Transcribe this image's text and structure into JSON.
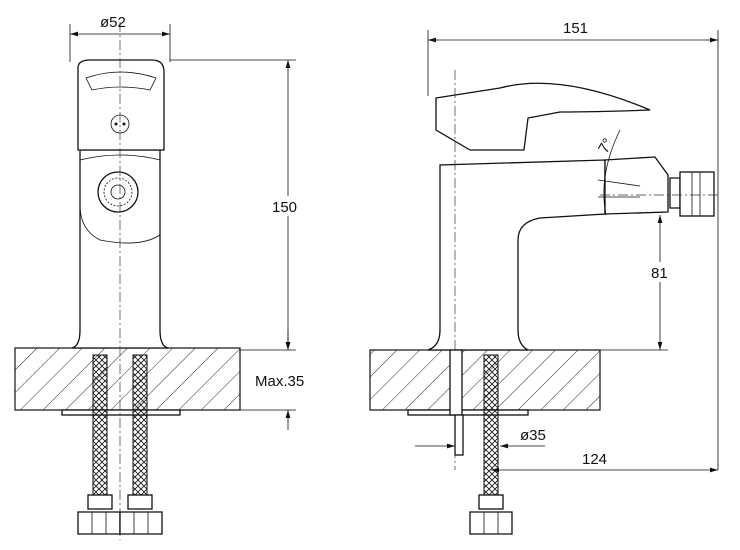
{
  "front_view": {
    "width_label": "ø52",
    "height_label": "150",
    "max_thickness_label": "Max.35"
  },
  "side_view": {
    "length_label": "151",
    "angle_label": "7°",
    "spout_height_label": "81",
    "hole_diameter_label": "ø35",
    "reach_label": "124"
  }
}
